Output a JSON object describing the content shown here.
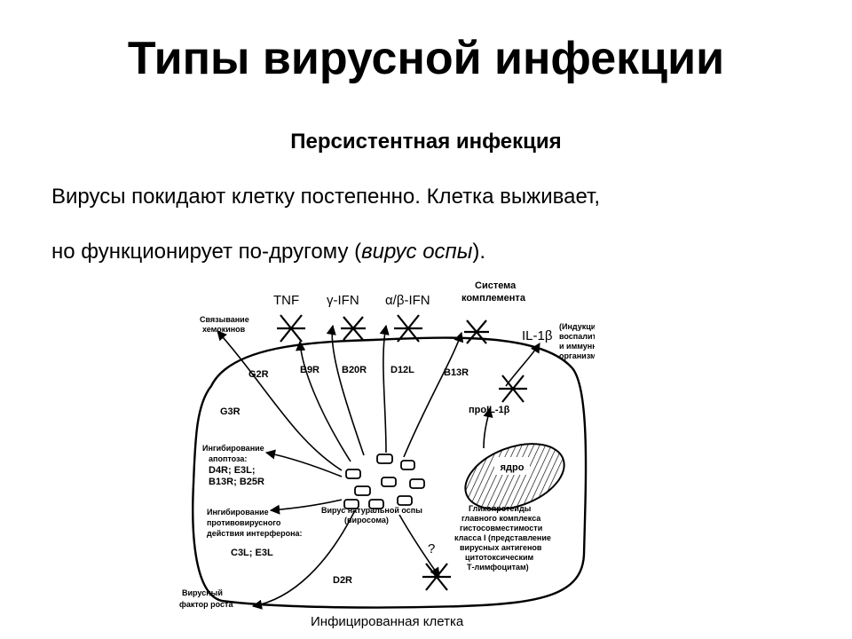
{
  "slide": {
    "title": "Типы вирусной инфекции",
    "subtitle": "Персистентная инфекция",
    "line1": "Вирусы покидают клетку постепенно. Клетка выживает,",
    "line2_prefix": "но функционирует по-другому (",
    "line2_italic": "вирус оспы",
    "line2_suffix": ")."
  },
  "diagram": {
    "top_labels": {
      "tnf": "TNF",
      "gamma_ifn": "γ-IFN",
      "ab_ifn": "α/β-IFN",
      "complement_1": "Система",
      "complement_2": "комплемента",
      "il1b": "IL-1β",
      "il1b_note_1": "(Индукция",
      "il1b_note_2": "воспалительных",
      "il1b_note_3": "и иммунных реакций",
      "il1b_note_4": "организма)"
    },
    "genes": {
      "g2r": "G2R",
      "b9r": "B9R",
      "b20r": "B20R",
      "d12l": "D12L",
      "b13r": "B13R",
      "g3r": "G3R",
      "proil": "проIL-1β",
      "d2r": "D2R"
    },
    "left_labels": {
      "chemokine_1": "Связывание",
      "chemokine_2": "хемокинов",
      "apoptosis_1": "Ингибирование",
      "apoptosis_2": "апоптоза:",
      "apoptosis_3": "D4R; E3L;",
      "apoptosis_4": "B13R; B25R",
      "antiviral_1": "Ингибирование",
      "antiviral_2": "противовирусного",
      "antiviral_3": "действия интерферона:",
      "antiviral_4": "C3L; E3L",
      "growth_1": "Вирусный",
      "growth_2": "фактор роста"
    },
    "center": {
      "virus_1": "Вирус натуральной оспы",
      "virus_2": "(виросома)",
      "nucleus": "ядро",
      "question": "?"
    },
    "right_labels": {
      "mhc_1": "Гликопротеиды",
      "mhc_2": "главного комплекса",
      "mhc_3": "гистосовместимости",
      "mhc_4": "класса I (представление",
      "mhc_5": "вирусных антигенов",
      "mhc_6": "цитотоксическим",
      "mhc_7": "Т-лимфоцитам)"
    },
    "cell_label": "Инфицированная клетка"
  }
}
